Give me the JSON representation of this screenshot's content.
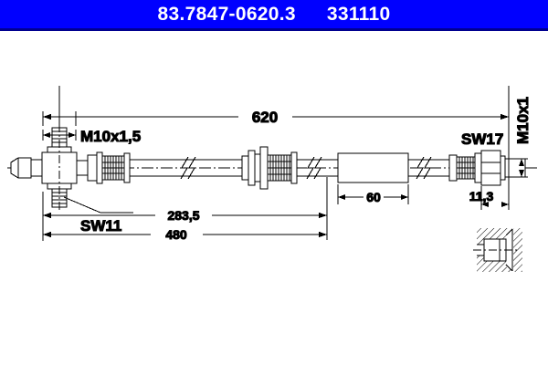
{
  "header": {
    "part_number": "83.7847-0620.3",
    "reference_number": "331110"
  },
  "drawing": {
    "title": "brake-hose-technical-drawing",
    "labels": {
      "thread_left": "M10x1,5",
      "hex_left": "SW11",
      "hex_right": "SW17",
      "thread_right": "M10x1"
    },
    "dimensions": {
      "overall_length": "620",
      "to_bracket": "283,5",
      "to_mid_fitting": "480",
      "sleeve_length": "60",
      "end_fitting_length": "11,3"
    }
  },
  "colors": {
    "banner": "#0000ff",
    "banner_rule": "#00008f",
    "banner_text": "#ffffff",
    "line": "#000000",
    "background": "#ffffff"
  }
}
